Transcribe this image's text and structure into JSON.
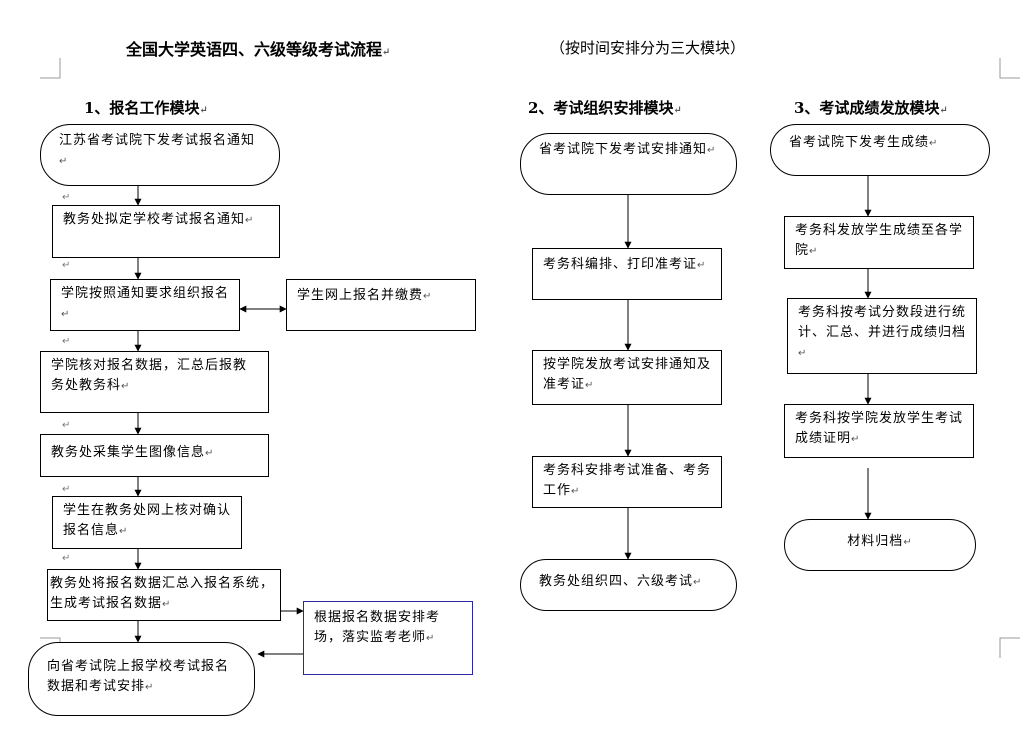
{
  "title": "全国大学英语四、六级等级考试流程",
  "subtitle": "（按时间安排分为三大模块）",
  "paragraph_mark": "↵",
  "modules": [
    {
      "heading": "1、报名工作模块",
      "steps": [
        "江苏省考试院下发考试报名通知",
        "教务处拟定学校考试报名通知",
        "学院按照通知要求组织报名",
        "学院核对报名数据，汇总后报教务处教务科",
        "教务处采集学生图像信息",
        "学生在教务处网上核对确认报名信息",
        "教务处将报名数据汇总入报名系统，生成考试报名数据",
        "向省考试院上报学校考试报名数据和考试安排"
      ],
      "side_steps": [
        "学生网上报名并缴费",
        "根据报名数据安排考场，落实监考老师"
      ]
    },
    {
      "heading": "2、考试组织安排模块",
      "steps": [
        "省考试院下发考试安排通知",
        "考务科编排、打印准考证",
        "按学院发放考试安排通知及准考证",
        "考务科安排考试准备、考务工作",
        "教务处组织四、六级考试"
      ]
    },
    {
      "heading": "3、考试成绩发放模块",
      "steps": [
        "省考试院下发考生成绩",
        "考务科发放学生成绩至各学院",
        "考务科按考试分数段进行统计、汇总、并进行成绩归档",
        "考务科按学院发放学生考试成绩证明",
        "材料归档"
      ]
    }
  ]
}
